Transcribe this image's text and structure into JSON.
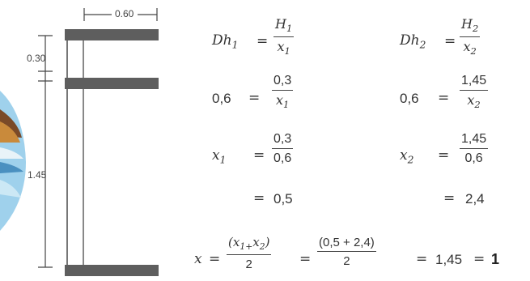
{
  "dimensions": {
    "top_width": "0.60",
    "gap_top": "0.30",
    "gap_bottom": "1.45"
  },
  "equations": {
    "dh1": {
      "lhs_base": "Dh",
      "lhs_sub": "1",
      "num": "H",
      "num_sub": "1",
      "den": "x",
      "den_sub": "1"
    },
    "dh2": {
      "lhs_base": "Dh",
      "lhs_sub": "2",
      "num": "H",
      "num_sub": "2",
      "den": "x",
      "den_sub": "2"
    },
    "r1_step2": {
      "lhs": "0,6",
      "num": "0,3",
      "den": "x",
      "den_sub": "1"
    },
    "r2_step2": {
      "lhs": "0,6",
      "num": "1,45",
      "den": "x",
      "den_sub": "2"
    },
    "r1_step3": {
      "lhs": "x",
      "lhs_sub": "1",
      "num": "0,3",
      "den": "0,6"
    },
    "r2_step3": {
      "lhs": "x",
      "lhs_sub": "2",
      "num": "1,45",
      "den": "0,6"
    },
    "r1_result": "0,5",
    "r2_result": "2,4",
    "final": {
      "lhs": "x",
      "frac1_num": "(x",
      "frac1_num_sub1": "1",
      "frac1_plus": "+",
      "frac1_num_b": "x",
      "frac1_num_sub2": "2",
      "frac1_close": ")",
      "frac1_den": "2",
      "frac2_num": "(0,5 + 2,4)",
      "frac2_den": "2",
      "value": "1,45",
      "rounded": "1"
    }
  },
  "equals_sign": "="
}
